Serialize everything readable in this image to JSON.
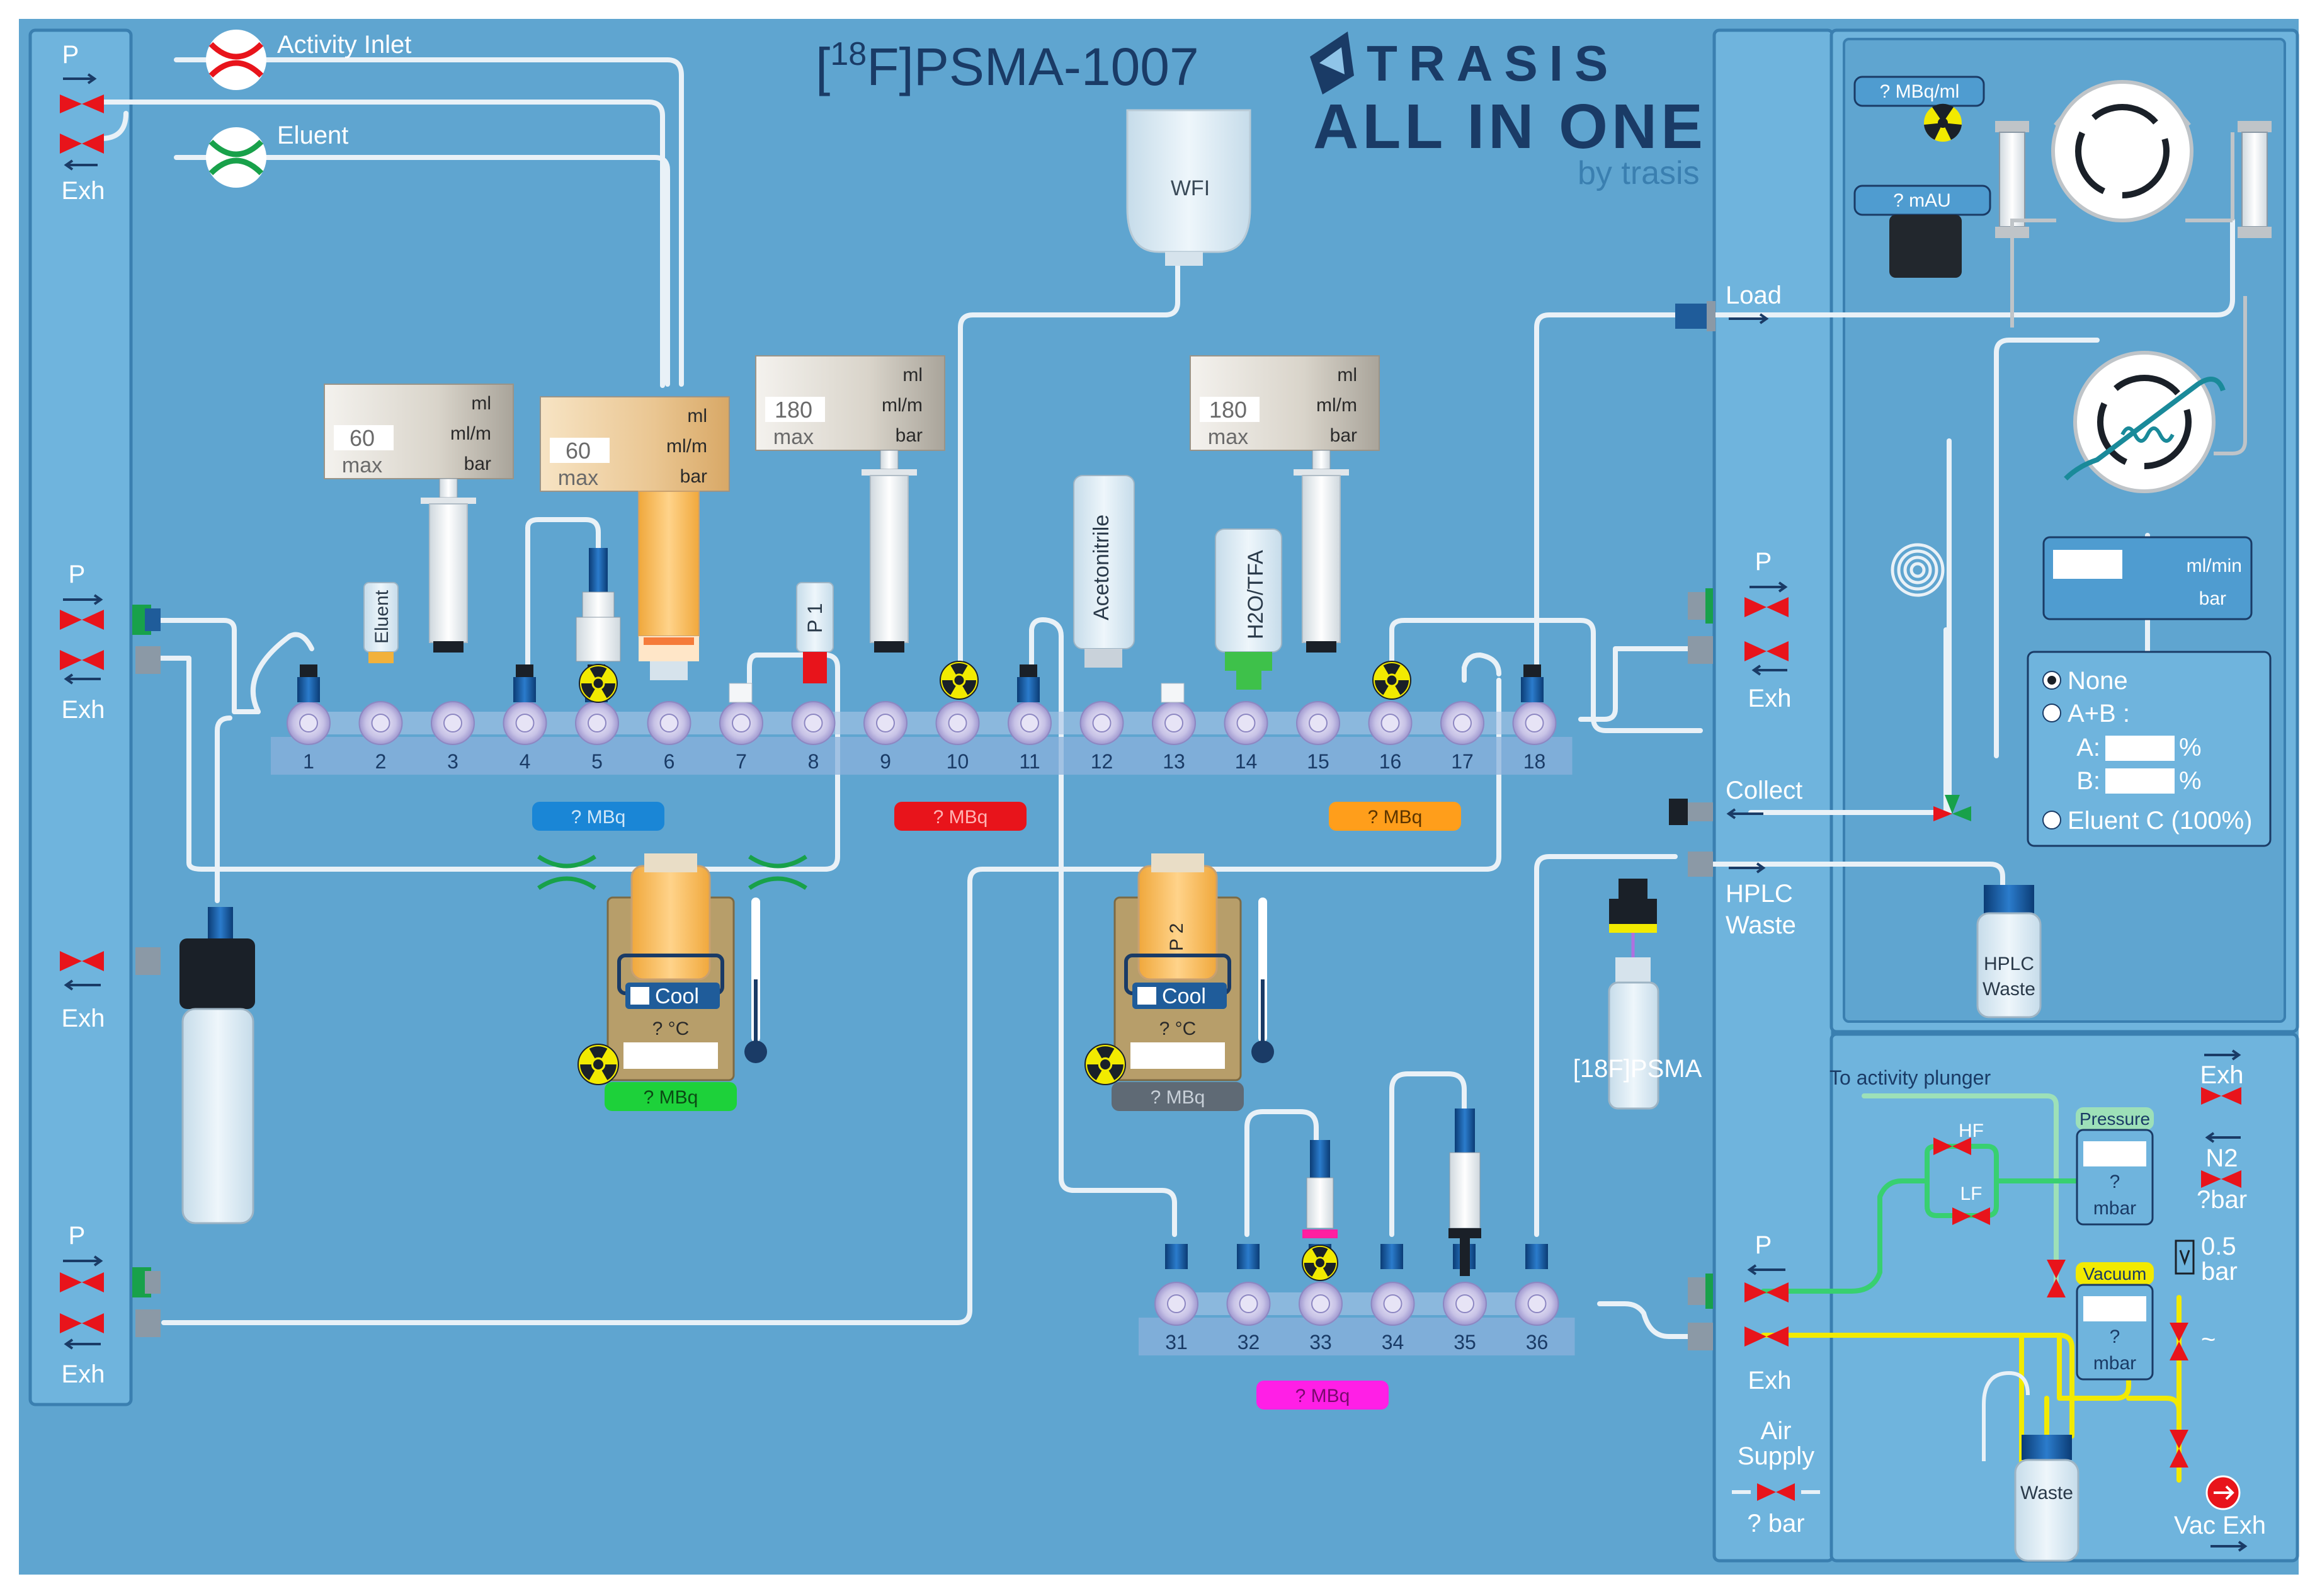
{
  "title": {
    "prefix": "[",
    "sup": "18",
    "main": "F]PSMA-1007"
  },
  "logo": {
    "brand": "TRASIS",
    "line1": "ALL IN ONE",
    "line2": "by trasis"
  },
  "colors": {
    "background": "#5fa5d0",
    "panel": "#6cb2dc",
    "tube": "#e9f1f7",
    "valve_red": "#e8141b",
    "green_line": "#38d070",
    "yellow_line": "#f2ea00",
    "accent_dark": "#1a3b66"
  },
  "left_panel": {
    "top": {
      "p": "P",
      "exh": "Exh"
    },
    "mid": {
      "p": "P",
      "exh": "Exh"
    },
    "lower": {
      "exh": "Exh"
    },
    "bottom": {
      "p": "P",
      "exh": "Exh"
    }
  },
  "inlets": {
    "activity": "Activity Inlet",
    "eluent": "Eluent"
  },
  "wfi": "WFI",
  "syringes": [
    {
      "id": "s3",
      "value": "60",
      "max": "max",
      "units": [
        "ml",
        "ml/m",
        "bar"
      ]
    },
    {
      "id": "s6",
      "value": "60",
      "max": "max",
      "units": [
        "ml",
        "ml/m",
        "bar"
      ]
    },
    {
      "id": "s9",
      "value": "180",
      "max": "max",
      "units": [
        "ml",
        "ml/m",
        "bar"
      ]
    },
    {
      "id": "s15",
      "value": "180",
      "max": "max",
      "units": [
        "ml",
        "ml/m",
        "bar"
      ]
    }
  ],
  "vials": {
    "eluent": "Eluent",
    "p1": "P 1",
    "acetonitrile": "Acetonitrile",
    "h2o_tfa": "H2O/TFA",
    "p2": "P 2",
    "product": "[18F]PSMA"
  },
  "manifold_top": {
    "ports": [
      "1",
      "2",
      "3",
      "4",
      "5",
      "6",
      "7",
      "8",
      "9",
      "10",
      "11",
      "12",
      "13",
      "14",
      "15",
      "16",
      "17",
      "18"
    ]
  },
  "manifold_bottom": {
    "ports": [
      "31",
      "32",
      "33",
      "34",
      "35",
      "36"
    ]
  },
  "detectors": {
    "d1": "? MBq",
    "d2": "? MBq",
    "d3": "? MBq",
    "d4": "? MBq",
    "d5": "? MBq",
    "d6": "? MBq"
  },
  "reactors": [
    {
      "cool": "Cool",
      "temp": "? °C"
    },
    {
      "cool": "Cool",
      "temp": "? °C"
    }
  ],
  "right_ports": {
    "load": "Load",
    "p": "P",
    "exh": "Exh",
    "collect": "Collect",
    "hplc_waste_1": "HPLC",
    "hplc_waste_2": "Waste"
  },
  "hplc": {
    "radio_detector": "? MBq/ml",
    "uv_detector": "? mAU",
    "pump_flow": "ml/min",
    "pump_bar": "bar",
    "mode_none": "None",
    "mode_ab": "A+B :",
    "a_label": "A:",
    "b_label": "B:",
    "pct": "%",
    "eluent_c": "Eluent C (100%)",
    "waste_bottle": "HPLC\nWaste",
    "waste_bottle_1": "HPLC",
    "waste_bottle_2": "Waste",
    "selected_mode": "None"
  },
  "gas": {
    "to_activity_plunger": "To activity plunger",
    "hf": "HF",
    "lf": "LF",
    "pressure": "Pressure",
    "pressure_value": "?",
    "pressure_unit": "mbar",
    "vacuum": "Vacuum",
    "vacuum_value": "?",
    "vacuum_unit": "mbar",
    "exh": "Exh",
    "n2": "N2",
    "n2_bar": "?bar",
    "reg": "0.5",
    "reg_unit": "bar",
    "tilde": "~",
    "p": "P",
    "exh2": "Exh",
    "air_supply_1": "Air",
    "air_supply_2": "Supply",
    "air_bar": "? bar",
    "waste": "Waste",
    "vac_exh": "Vac Exh"
  }
}
